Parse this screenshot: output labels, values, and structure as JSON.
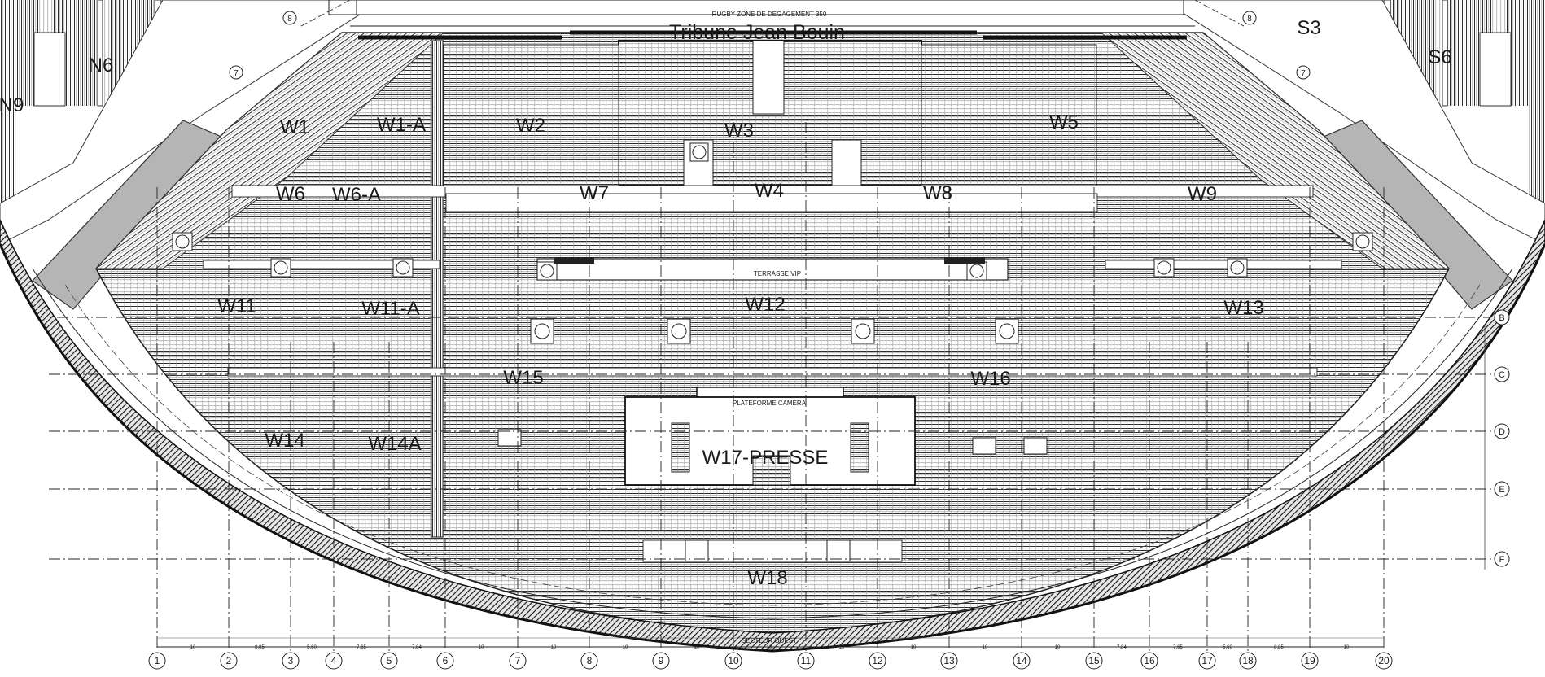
{
  "title": "Tribune Jean Bouin",
  "top_note": "RUGBY ZONE DE DEGAGEMENT 350",
  "bottom_note": "SECTEUR OUEST",
  "terrasse_label": "TERRASSE VIP",
  "plateforme_label": "PLATEFORME CAMERA",
  "sections": {
    "W1": "W1",
    "W1A": "W1-A",
    "W2": "W2",
    "W3": "W3",
    "W4": "W4",
    "W5": "W5",
    "W6": "W6",
    "W6A": "W6-A",
    "W7": "W7",
    "W8": "W8",
    "W9": "W9",
    "W11": "W11",
    "W11A": "W11-A",
    "W12": "W12",
    "W13": "W13",
    "W14": "W14",
    "W14A": "W14A",
    "W15": "W15",
    "W16": "W16",
    "W17": "W17-PRESSE",
    "W18": "W18",
    "N6": "N6",
    "N9": "N9",
    "S3": "S3",
    "S6": "S6"
  },
  "column_axis": [
    "1",
    "2",
    "3",
    "4",
    "5",
    "6",
    "7",
    "8",
    "9",
    "10",
    "11",
    "12",
    "13",
    "14",
    "15",
    "16",
    "17",
    "18",
    "19",
    "20"
  ],
  "column_spacing": [
    "10",
    "8.85",
    "5.60",
    "7.65",
    "7.84",
    "10",
    "10",
    "10",
    "10",
    "10",
    "10",
    "10",
    "10",
    "10",
    "7.84",
    "7.65",
    "5.60",
    "8.85",
    "10"
  ],
  "row_axis": [
    "B",
    "C",
    "D",
    "E",
    "F"
  ],
  "corner_marks": [
    "8",
    "7",
    "8",
    "7"
  ]
}
